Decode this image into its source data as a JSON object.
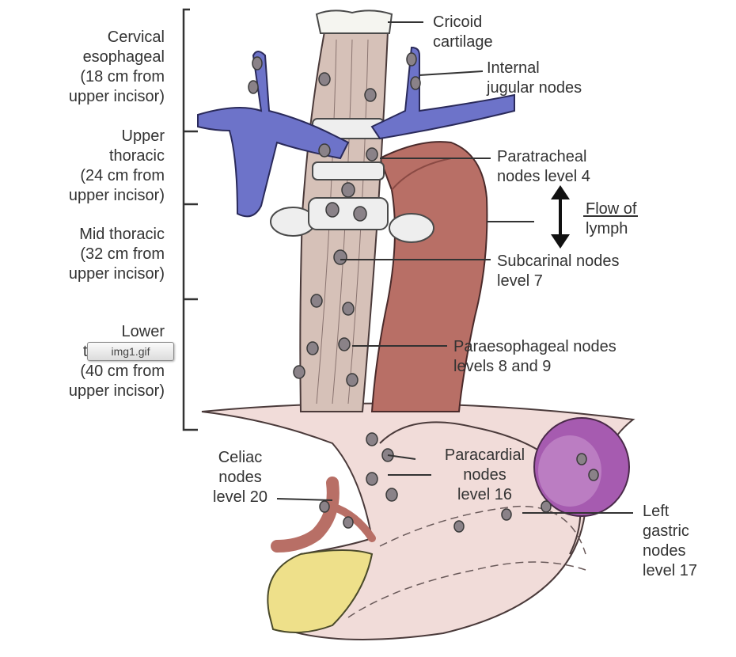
{
  "left_labels": {
    "cervical": [
      "Cervical",
      "esophageal",
      "(18 cm from",
      "upper incisor)"
    ],
    "upper_thoracic": [
      "Upper",
      "thoracic",
      "(24 cm from",
      "upper incisor)"
    ],
    "mid_thoracic": [
      "Mid thoracic",
      "(32 cm from",
      "upper incisor)"
    ],
    "lower_thoracic": [
      "Lower",
      "t",
      "(40 cm from",
      "upper incisor)"
    ]
  },
  "right_labels": {
    "cricoid": [
      "Cricoid",
      "cartilage"
    ],
    "internal_jugular": [
      "Internal",
      "jugular nodes"
    ],
    "paratracheal": [
      "Paratracheal",
      "nodes level 4"
    ],
    "flow": [
      "Flow of",
      "lymph"
    ],
    "subcarinal": [
      "Subcarinal nodes",
      "level 7"
    ],
    "paraesophageal": [
      "Paraesophageal nodes",
      "levels 8 and 9"
    ],
    "paracardial": [
      "Paracardial",
      "nodes",
      "level 16"
    ],
    "celiac": [
      "Celiac",
      "nodes",
      "level 20"
    ],
    "left_gastric": [
      "Left",
      "gastric",
      "nodes",
      "level 17"
    ]
  },
  "tooltip": "img1.gif",
  "colors": {
    "vein": "#6d73c9",
    "aorta": "#b86f66",
    "stomach": "#f1dcd9",
    "esophagus": "#d6c1b8",
    "spleen": "#a65bb0",
    "pancreas": "#eee08a",
    "node": "#8a8288"
  }
}
